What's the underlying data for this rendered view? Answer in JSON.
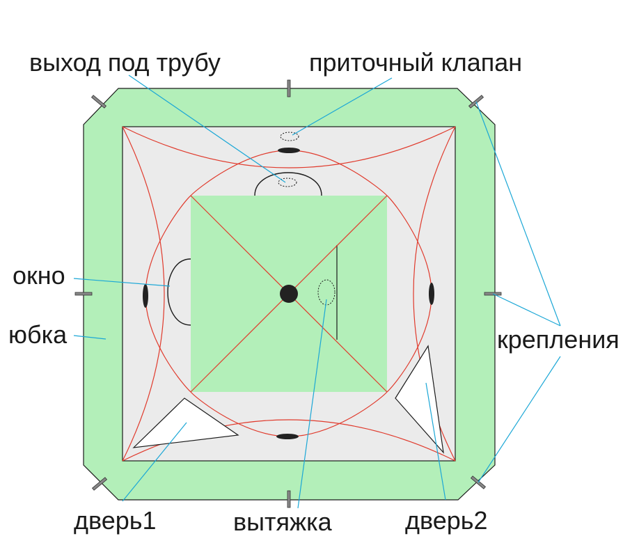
{
  "labels": {
    "pipe_outlet": "выход под трубу",
    "supply_valve": "приточный клапан",
    "window": "окно",
    "skirt": "юбка",
    "mounts": "крепления",
    "door1": "дверь1",
    "exhaust": "вытяжка",
    "door2": "дверь2"
  },
  "colors": {
    "skirt_fill": "#b3efb9",
    "inner_fill": "#ebebeb",
    "roof_fill": "#b3efb9",
    "seam": "#e03a2c",
    "leader": "#1ba7d6",
    "outline": "#1a1a1a",
    "door_fill": "#ffffff"
  }
}
